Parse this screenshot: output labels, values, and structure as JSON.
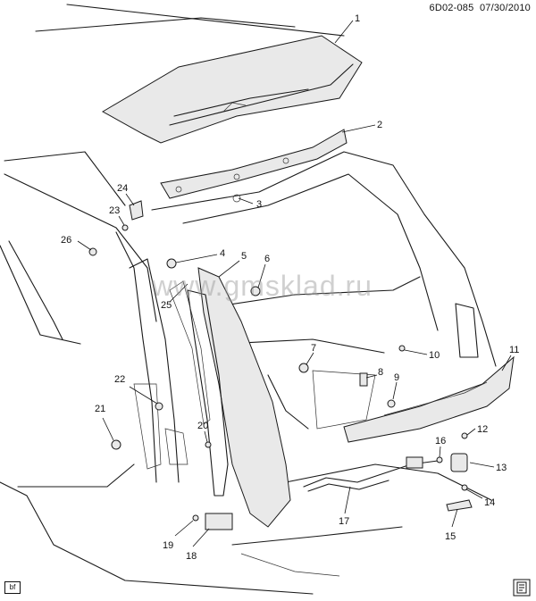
{
  "header": {
    "ref_code": "6D02-085",
    "date": "07/30/2010"
  },
  "watermark": "www.gmsklad.ru",
  "corner_tag": "bf",
  "callouts": [
    "1",
    "2",
    "3",
    "4",
    "5",
    "6",
    "7",
    "8",
    "9",
    "10",
    "11",
    "12",
    "13",
    "14",
    "15",
    "16",
    "17",
    "18",
    "19",
    "20",
    "21",
    "22",
    "23",
    "24",
    "25",
    "26"
  ],
  "icons": [
    "book-icon"
  ]
}
